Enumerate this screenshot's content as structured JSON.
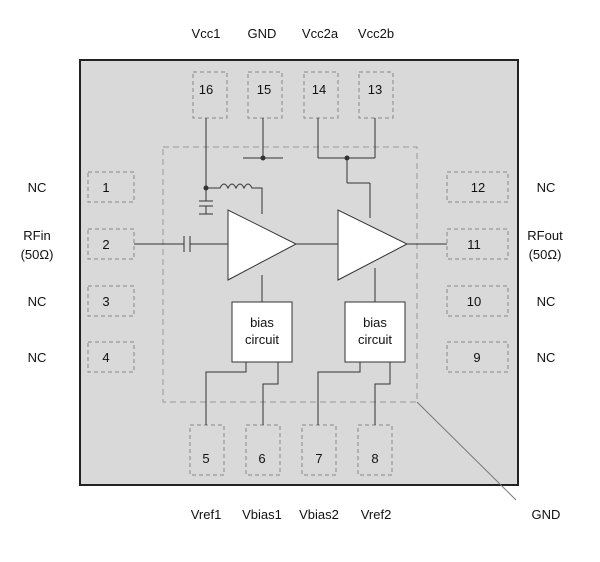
{
  "top_labels": {
    "vcc1": "Vcc1",
    "gnd": "GND",
    "vcc2a": "Vcc2a",
    "vcc2b": "Vcc2b"
  },
  "bottom_labels": {
    "vref1": "Vref1",
    "vbias1": "Vbias1",
    "vbias2": "Vbias2",
    "vref2": "Vref2"
  },
  "left_labels": {
    "nc1": "NC",
    "rfin": "RFin",
    "rfin_imp": "(50Ω)",
    "nc3": "NC",
    "nc4": "NC"
  },
  "right_labels": {
    "nc12": "NC",
    "rfout": "RFout",
    "rfout_imp": "(50Ω)",
    "nc10": "NC",
    "nc9": "NC"
  },
  "gnd_callout": "GND",
  "pins": {
    "p1": "1",
    "p2": "2",
    "p3": "3",
    "p4": "4",
    "p5": "5",
    "p6": "6",
    "p7": "7",
    "p8": "8",
    "p9": "9",
    "p10": "10",
    "p11": "11",
    "p12": "12",
    "p13": "13",
    "p14": "14",
    "p15": "15",
    "p16": "16"
  },
  "bias1": {
    "line1": "bias",
    "line2": "circuit"
  },
  "bias2": {
    "line1": "bias",
    "line2": "circuit"
  },
  "colors": {
    "package_fill": "#d9d9d9",
    "line": "#333333",
    "dash": "#999999"
  }
}
